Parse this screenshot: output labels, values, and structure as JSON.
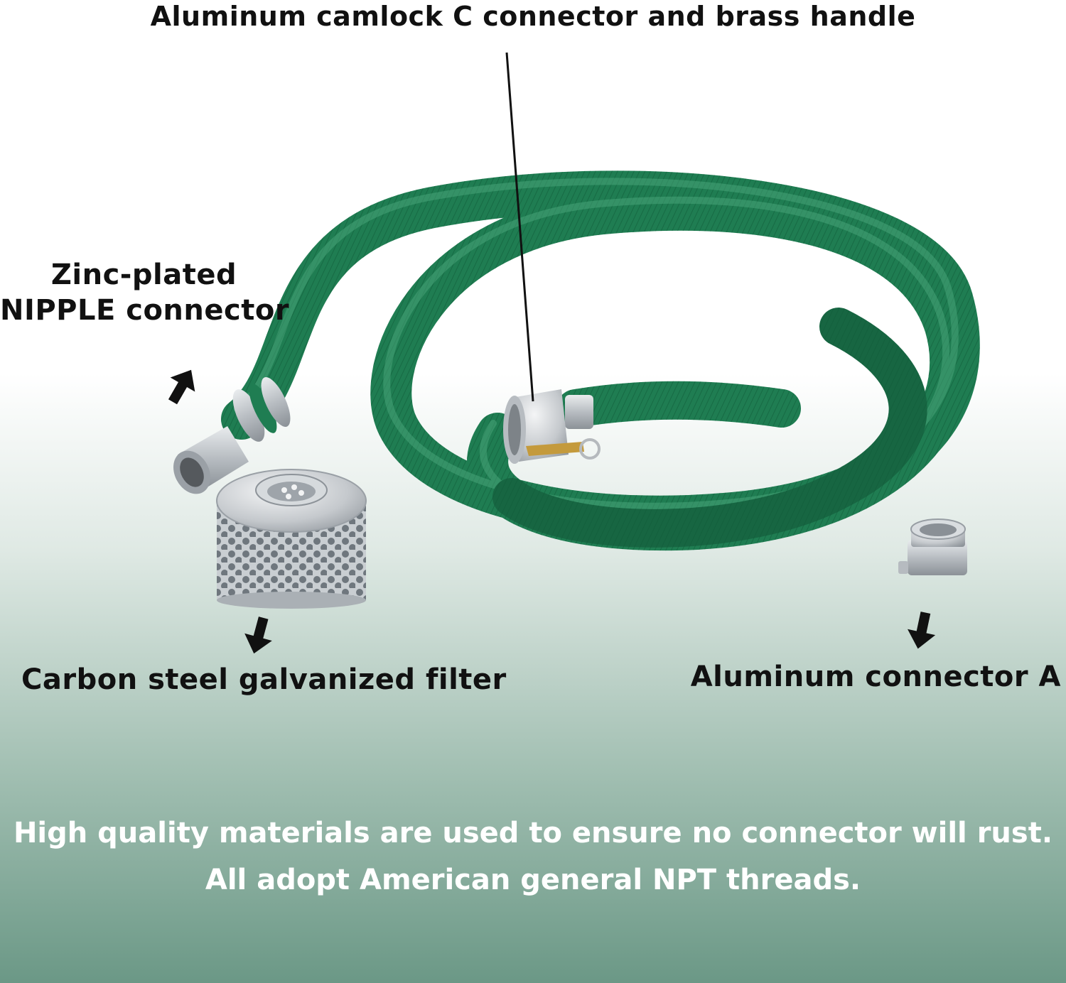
{
  "labels": {
    "camlock": "Aluminum camlock C connector and brass handle",
    "nipple_line1": "Zinc-plated",
    "nipple_line2": "NIPPLE connector",
    "filter": "Carbon steel galvanized filter",
    "connector_a": "Aluminum connector A"
  },
  "footer": {
    "line1": "High quality materials are used to ensure no connector will rust.",
    "line2": "All adopt American general NPT threads."
  },
  "colors": {
    "hose": "#1f7d52",
    "background_bottom": "#6e9a88",
    "text": "#111111",
    "footer_text": "#ffffff"
  }
}
